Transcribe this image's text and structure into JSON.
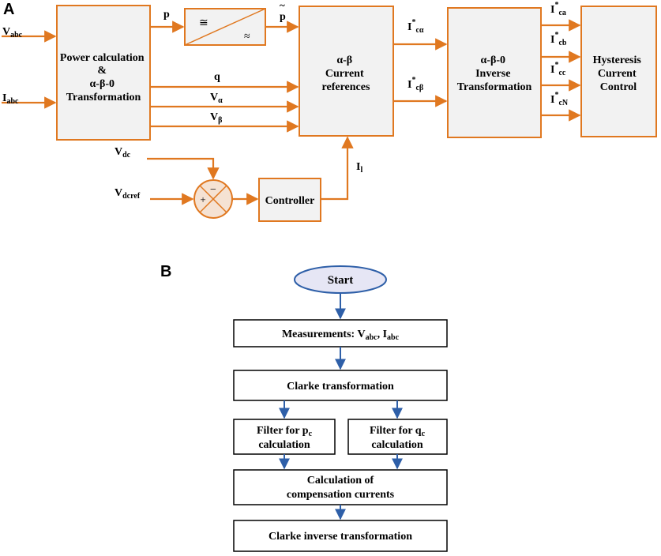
{
  "panel_a": {
    "label": "A",
    "inputs": {
      "vabc": {
        "main": "V",
        "sub": "abc"
      },
      "iabc": {
        "main": "I",
        "sub": "abc"
      },
      "vdc": {
        "main": "V",
        "sub": "dc"
      },
      "vdcref": {
        "main": "V",
        "sub": "dcref"
      }
    },
    "blocks": {
      "power_calc": [
        "Power calculation",
        "&",
        "α-β-0",
        "Transformation"
      ],
      "filter": {
        "top_symbol": "≅",
        "bottom_symbol": "≈"
      },
      "current_refs": [
        "α-β",
        "Current",
        "references"
      ],
      "inverse": [
        "α-β-0",
        "Inverse",
        "Transformation"
      ],
      "hysteresis": [
        "Hysteresis",
        "Current",
        "Control"
      ],
      "controller": "Controller"
    },
    "signals": {
      "p": "p",
      "p_tilde": {
        "accent": "~",
        "main": "p"
      },
      "q": "q",
      "v_alpha": {
        "main": "V",
        "sub": "α"
      },
      "v_beta": {
        "main": "V",
        "sub": "β"
      },
      "il": {
        "main": "I",
        "sub": "l"
      },
      "ic_alpha": {
        "main": "I",
        "sup": "*",
        "sub": "cα"
      },
      "ic_beta": {
        "main": "I",
        "sup": "*",
        "sub": "cβ"
      },
      "outputs": [
        {
          "main": "I",
          "sup": "*",
          "sub": "ca"
        },
        {
          "main": "I",
          "sup": "*",
          "sub": "cb"
        },
        {
          "main": "I",
          "sup": "*",
          "sub": "cc"
        },
        {
          "main": "I",
          "sup": "*",
          "sub": "cN"
        }
      ]
    },
    "summer": {
      "minus": "−",
      "plus": "+"
    }
  },
  "panel_b": {
    "label": "B",
    "start": "Start",
    "measurements": {
      "text": "Measurements: ",
      "v": "V",
      "v_sub": "abc",
      "sep": ", ",
      "i": "I",
      "i_sub": "abc"
    },
    "clarke": "Clarke transformation",
    "filter_p": {
      "line1": "Filter for p",
      "sub": "c",
      "line2": "calculation"
    },
    "filter_q": {
      "line1": "Filter for q",
      "sub": "c",
      "line2": "calculation"
    },
    "compensation": [
      "Calculation of",
      "compensation currents"
    ],
    "inverse": "Clarke inverse transformation"
  },
  "colors": {
    "orange": "#E07820",
    "blue": "#2E5FA8",
    "block_fill": "#F2F2F2",
    "ellipse_fill": "#E6E6F5",
    "summer_fill": "#F5E2D3"
  }
}
